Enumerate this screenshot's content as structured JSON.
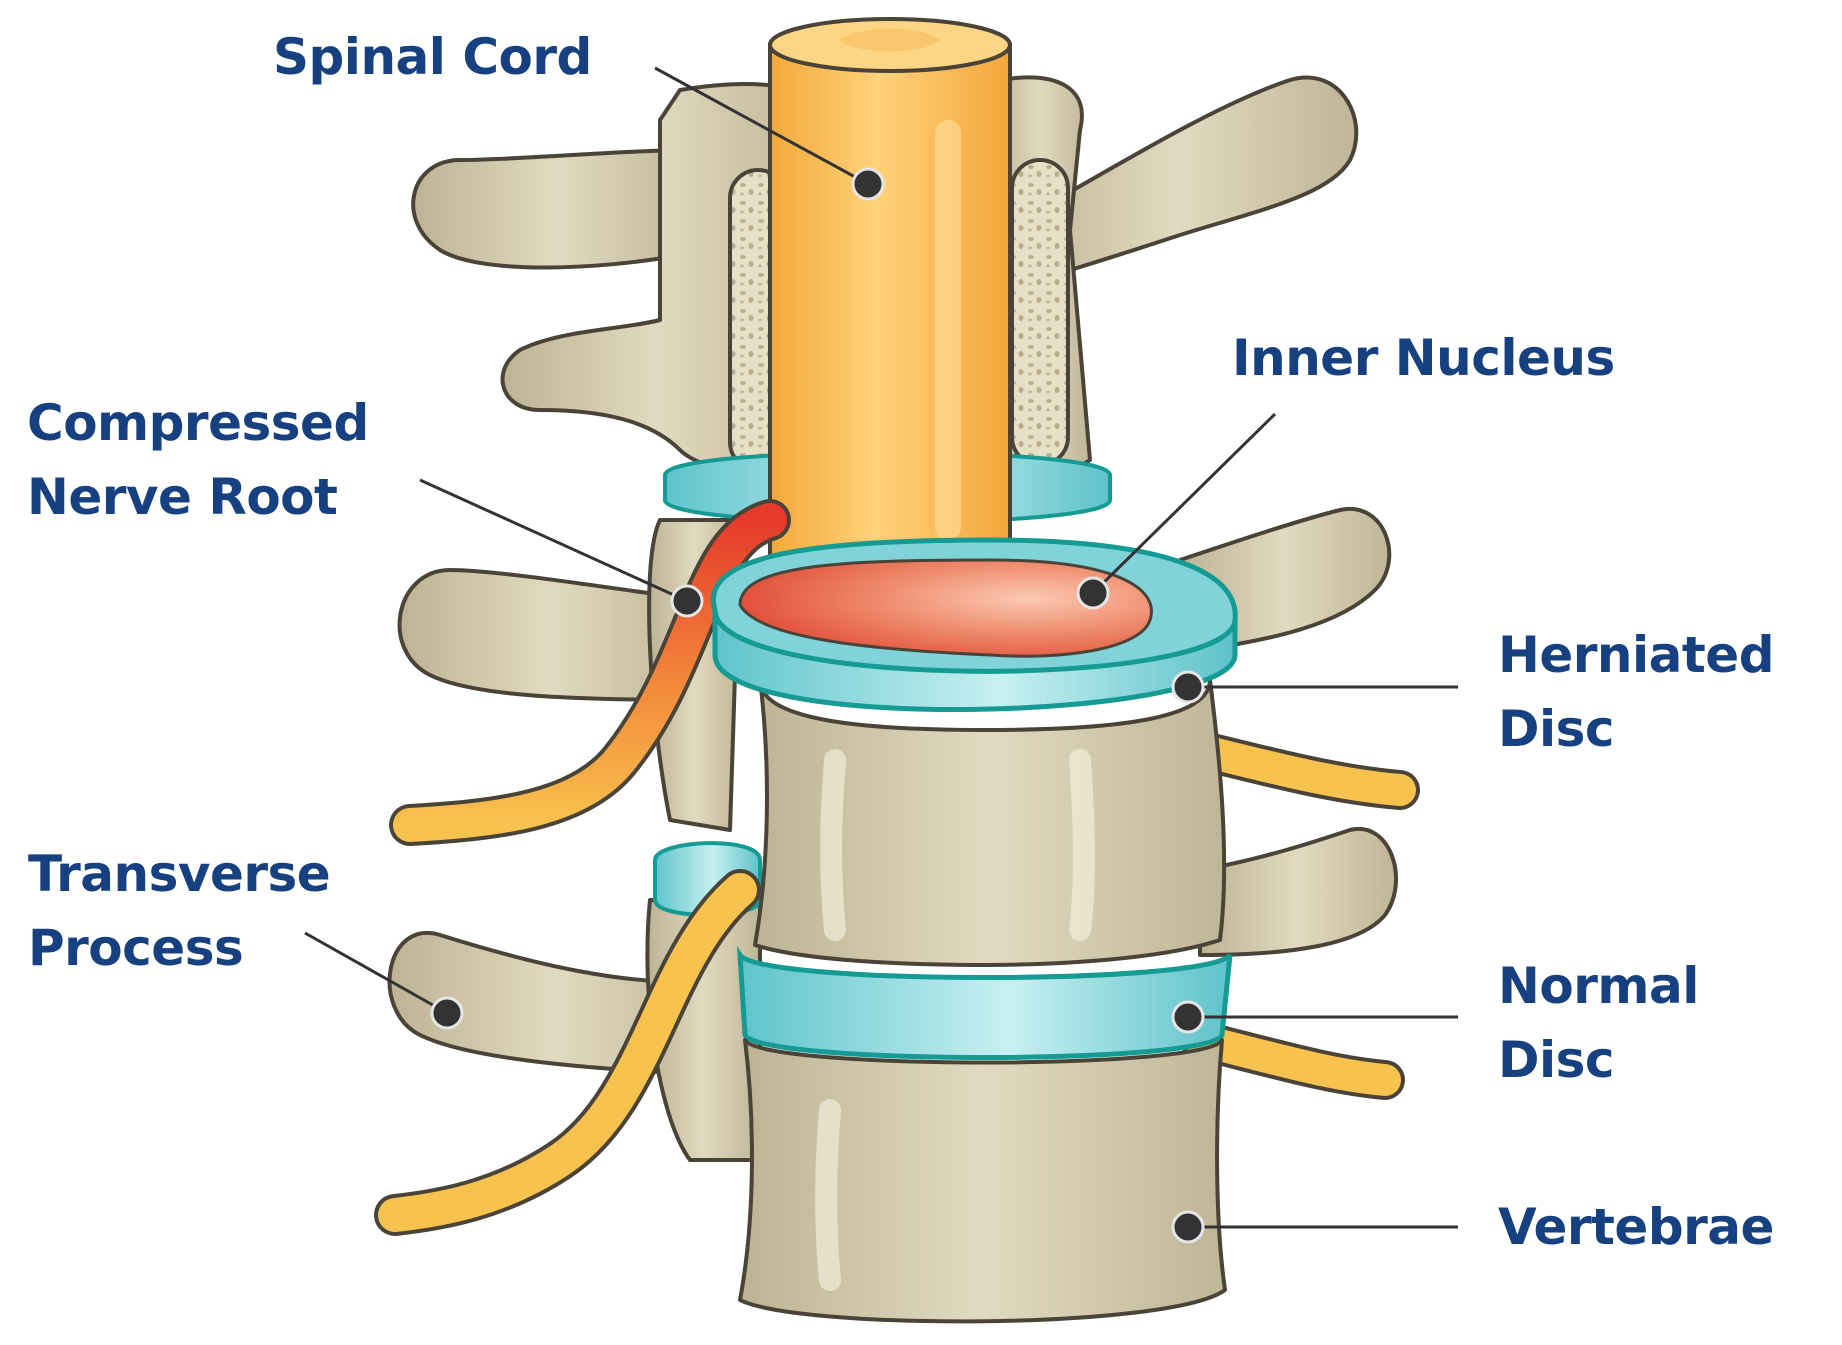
{
  "colors": {
    "label_text": "#16407f",
    "bone": "#d6cdb0",
    "bone_outline": "#4a4438",
    "disc": "#7fd3d9",
    "disc_outline": "#159a94",
    "cord": "#f8b74a",
    "nucleus": "#e8775b",
    "nerve_inflamed": "#e8412c",
    "leader_line": "#333333"
  },
  "labels": {
    "spinal_cord": "Spinal Cord",
    "inner_nucleus": "Inner Nucleus",
    "compressed_nerve_root": [
      "Compressed",
      "Nerve Root"
    ],
    "herniated_disc": [
      "Herniated",
      "Disc"
    ],
    "transverse_process": [
      "Transverse",
      "Process"
    ],
    "normal_disc": [
      "Normal",
      "Disc"
    ],
    "vertebrae": "Vertebrae"
  }
}
